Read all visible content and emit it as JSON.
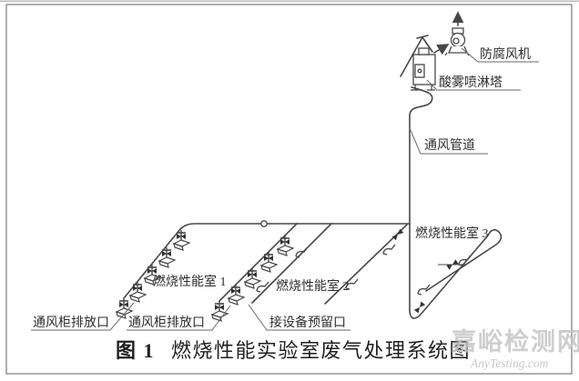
{
  "figure_title": {
    "prefix": "图 1",
    "text": "燃烧性能实验室废气处理系统图"
  },
  "labels": {
    "fan": "防腐风机",
    "spray_tower": "酸雾喷淋塔",
    "duct": "通风管道",
    "room1": "燃烧性能室 1",
    "room2": "燃烧性能室 2",
    "room3": "燃烧性能室 3",
    "outlet1": "通风柜排放口",
    "outlet2": "通风柜排放口",
    "reserved_port": "接设备预留口"
  },
  "watermark": {
    "cn": "嘉峪检测网",
    "en": "AnyTesting.com"
  },
  "icons": {
    "fan_symbol": "fan-icon",
    "tower_symbol": "scrubber-tower-icon",
    "hood_symbol": "fume-hood-valve-icon",
    "damper_symbol": "butterfly-damper-icon",
    "reserved_hook_symbol": "reserved-port-hook-icon",
    "flow_arrow": "flow-arrow-icon"
  },
  "colors": {
    "line": "#474747",
    "text": "#2e2e2e",
    "frame": "#8e8e8e",
    "watermark": "#c6c6c6",
    "background": "#ffffff"
  }
}
